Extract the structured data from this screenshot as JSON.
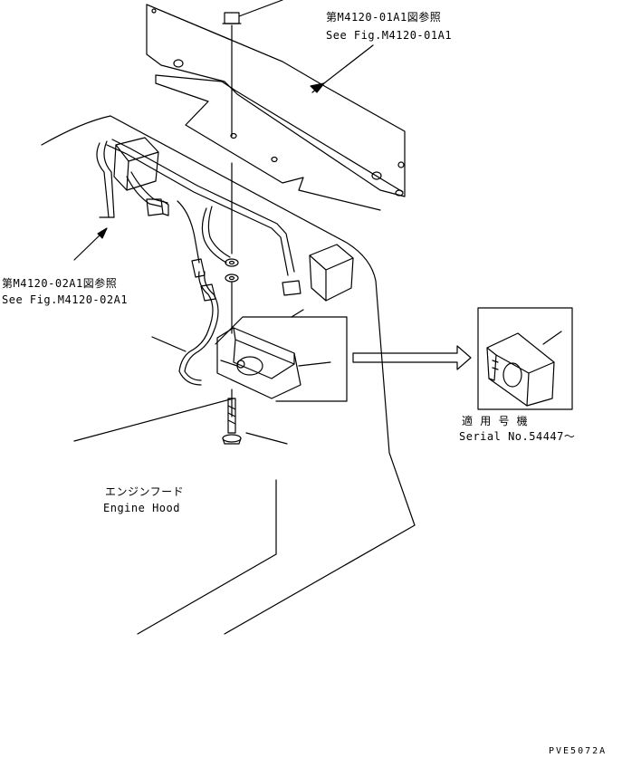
{
  "callouts": {
    "top_right_jp": "第M4120-01A1図参照",
    "top_right_en": "See Fig.M4120-01A1",
    "left_jp": "第M4120-02A1図参照",
    "left_en": "See Fig.M4120-02A1",
    "serial_jp": "適 用 号 機",
    "serial_en": "Serial No.54447～",
    "hood_jp": "エンジンフード",
    "hood_en": "Engine Hood",
    "drawing_code": "PVE5072A"
  }
}
